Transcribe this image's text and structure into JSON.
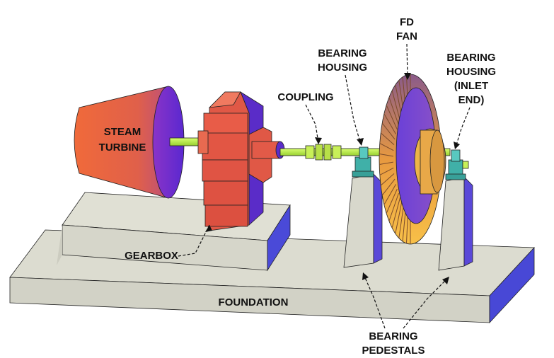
{
  "labels": {
    "steam_turbine_1": "STEAM",
    "steam_turbine_2": "TURBINE",
    "gearbox": "GEARBOX",
    "coupling": "COUPLING",
    "bearing_housing_1": "BEARING",
    "bearing_housing_2": "HOUSING",
    "fd_fan_1": "FD",
    "fd_fan_2": "FAN",
    "bearing_housing_inlet_1": "BEARING",
    "bearing_housing_inlet_2": "HOUSING",
    "bearing_housing_inlet_3": "(INLET",
    "bearing_housing_inlet_4": "END)",
    "foundation": "FOUNDATION",
    "bearing_pedestals_1": "BEARING",
    "bearing_pedestals_2": "PEDESTALS"
  },
  "colors": {
    "foundation_top": "#dcdcd0",
    "foundation_side": "#4a4ad8",
    "turbine": "#e8643a",
    "turbine_face": "#7a2fd0",
    "gearbox": "#e25a48",
    "gearbox_side": "#5a2cc8",
    "shaft": "#b8f040",
    "fan_blades": "#f0b040",
    "fan_body": "#6a3cd8",
    "bearing_housing": "#40b8b0",
    "pedestal": "#d8d8cc"
  }
}
